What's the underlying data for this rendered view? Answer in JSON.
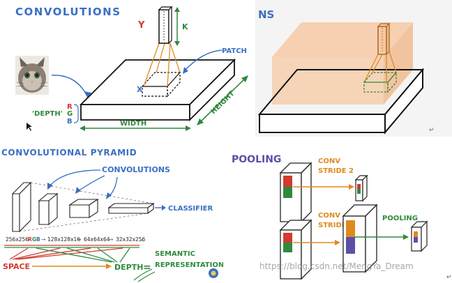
{
  "panel_convolutions": {
    "title": "CONVOLUTIONS",
    "label_y": "Y",
    "label_k": "K",
    "label_x": "X",
    "label_patch": "PATCH",
    "label_depth": "'DEPTH'",
    "label_r": "R",
    "label_g": "G",
    "label_b": "B",
    "label_width": "WIDTH",
    "label_height": "HEIGHT"
  },
  "panel_stride": {
    "title_fragment": "NS"
  },
  "panel_pyramid": {
    "title": "CONVOLUTIONAL PYRAMID",
    "label_convolutions": "CONVOLUTIONS",
    "label_classifier": "CLASSIFIER",
    "dimensions": [
      "256x256",
      "128x128x16",
      "64x64x64",
      "32x32x256",
      "..."
    ],
    "rgb_letters": [
      "R",
      "G",
      "B"
    ],
    "label_space": "SPACE",
    "label_depth": "DEPTH",
    "label_equals": "=",
    "label_semantic": "SEMANTIC",
    "label_representation": "REPRESENTATION"
  },
  "panel_pooling": {
    "title": "POOLING",
    "label_conv_1": "CONV",
    "label_stride_2": "STRIDE 2",
    "label_conv_2": "CONV",
    "label_stride_1": "STRIDE 1",
    "label_pooling": "POOLING"
  },
  "watermark": "https://blog.csdn.net/MengYa_Dream",
  "return_mark": "↵",
  "colors": {
    "pen_blue": "#3a6fc4",
    "pen_green": "#2f8a3e",
    "pen_orange": "#e08a1e",
    "pen_red": "#d23a2e",
    "pen_purple": "#5b4fa8",
    "filter_fill": "#f6c9a4"
  }
}
